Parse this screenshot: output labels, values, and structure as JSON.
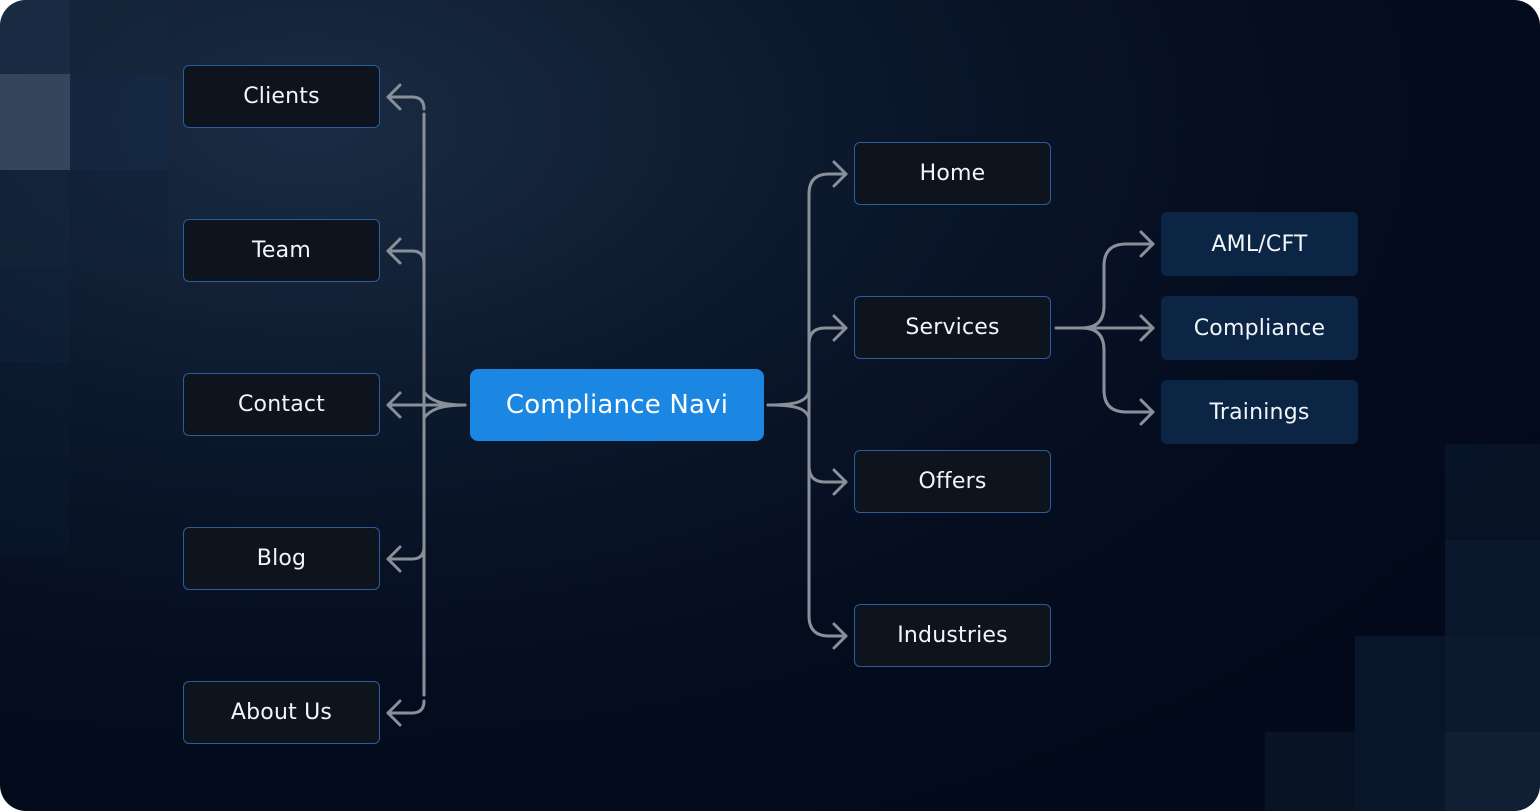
{
  "root": {
    "label": "Compliance Navi"
  },
  "left_nodes": [
    {
      "label": "Clients"
    },
    {
      "label": "Team"
    },
    {
      "label": "Contact"
    },
    {
      "label": "Blog"
    },
    {
      "label": "About Us"
    }
  ],
  "right_nodes": [
    {
      "label": "Home"
    },
    {
      "label": "Services"
    },
    {
      "label": "Offers"
    },
    {
      "label": "Industries"
    }
  ],
  "services_children": [
    {
      "label": "AML/CFT"
    },
    {
      "label": "Compliance"
    },
    {
      "label": "Trainings"
    }
  ],
  "colors": {
    "background": "#020a1a",
    "root_fill": "#1b87e3",
    "node_fill": "#0e141d",
    "node_border": "#2a5d9c",
    "sub_node_fill": "#0c2544",
    "connector": "#8a9099"
  }
}
